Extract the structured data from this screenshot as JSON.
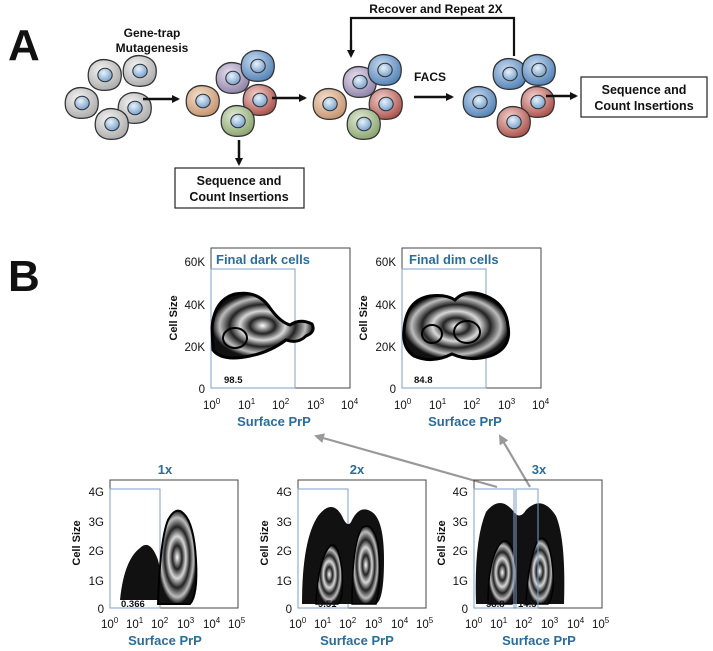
{
  "panelA": {
    "letter": "A",
    "gene_trap_line1": "Gene-trap",
    "gene_trap_line2": "Mutagenesis",
    "recover_label": "Recover and Repeat 2X",
    "facs_label": "FACS",
    "box_bottom_line1": "Sequence and",
    "box_bottom_line2": "Count Insertions",
    "box_right_line1": "Sequence and",
    "box_right_line2": "Count Insertions"
  },
  "panelB": {
    "letter": "B",
    "axis": {
      "y_label": "Cell Size",
      "x_label": "Surface PrP",
      "x_tick_base": "10",
      "x_tick_exps": [
        "0",
        "1",
        "2",
        "3",
        "4",
        "5"
      ],
      "x_tick_exps_top": [
        "0",
        "1",
        "2",
        "3",
        "4"
      ],
      "y_ticks_top": [
        "60K",
        "40K",
        "20K",
        "0"
      ],
      "y_ticks_bottom": [
        "4G",
        "3G",
        "2G",
        "1G",
        "0"
      ]
    },
    "plots": {
      "final_dark": {
        "title": "Final dark cells",
        "gate_value": "98.5"
      },
      "final_dim": {
        "title": "Final dim cells",
        "gate_value": "84.8"
      },
      "round1": {
        "title": "1x",
        "gate_value": "0.366"
      },
      "round2": {
        "title": "2x",
        "gate_value": "9.51"
      },
      "round3": {
        "title": "3x",
        "gate_value_left": "58.8",
        "gate_value_right": "14.5"
      }
    },
    "colors": {
      "accent_blue": "#2a6d9a",
      "gate_blue": "#7f9fc8",
      "arrow_gray": "#999999"
    }
  }
}
